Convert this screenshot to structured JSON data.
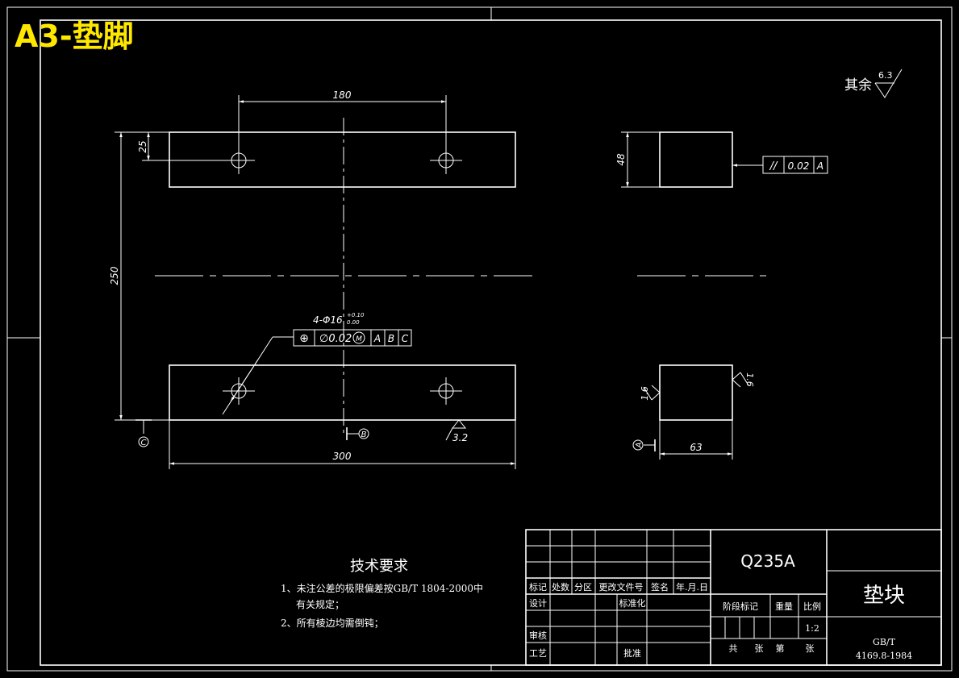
{
  "sheet_label": "A3-垫脚",
  "roughness_note": {
    "prefix": "其余",
    "value": "6.3"
  },
  "dims": {
    "hole_spacing": "180",
    "edge_offset": "25",
    "overall_height": "250",
    "overall_length": "300",
    "thickness": "48",
    "width": "63",
    "hole_callout": "4-Φ16",
    "hole_tol_upper": "+0.10",
    "hole_tol_lower": "0.00"
  },
  "roughness": {
    "bottom": "3.2",
    "left_side": "1.6",
    "right_side": "1.6"
  },
  "flatness_frame": {
    "symbol": "//",
    "tolerance": "0.02",
    "datum": "A"
  },
  "position_frame": {
    "symbol": "⊕",
    "tolerance": "∅0.02",
    "modifier": "M",
    "datums": [
      "A",
      "B",
      "C"
    ]
  },
  "datums": {
    "c": "C",
    "b": "B",
    "a": "A"
  },
  "tech_req": {
    "title": "技术要求",
    "items": [
      "1、未注公差的极限偏差按GB/T 1804-2000中",
      "有关规定；",
      "2、所有棱边均需倒钝；"
    ]
  },
  "title_block": {
    "material": "Q235A",
    "part_name": "垫块",
    "revision_headers": [
      "标记",
      "处数",
      "分区",
      "更改文件号",
      "签名",
      "年.月.日"
    ],
    "design": "设计",
    "standardize": "标准化",
    "review": "审核",
    "process": "工艺",
    "approve": "批准",
    "stage": "阶段标记",
    "weight": "重量",
    "scale_label": "比例",
    "scale": "1:2",
    "sheets": [
      "共",
      "张",
      "第",
      "张"
    ],
    "standard_code": "GB/T",
    "standard_num": "4169.8-1984"
  }
}
